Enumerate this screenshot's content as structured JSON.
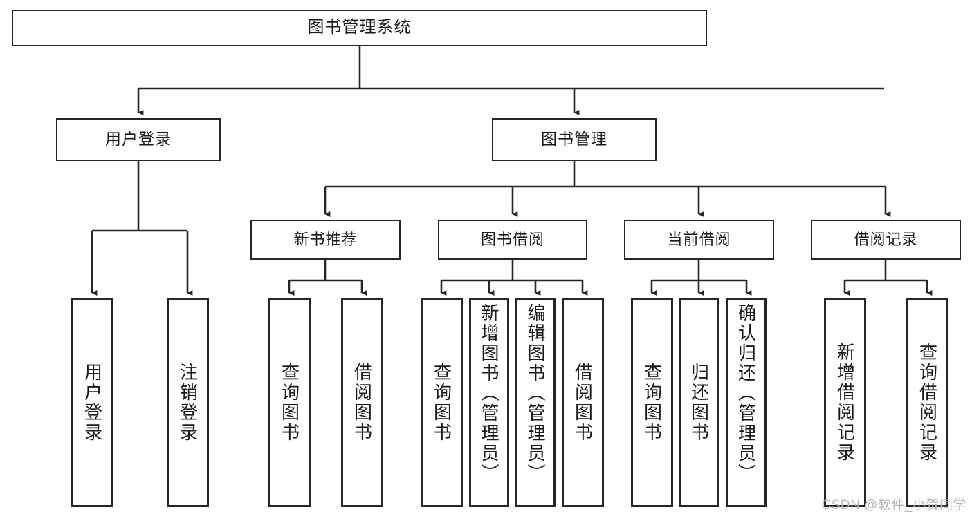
{
  "diagram": {
    "type": "tree-hierarchy",
    "title": "图书管理系统",
    "orientation": "top-down",
    "colors": {
      "box_border": "#262626",
      "box_fill": "#ffffff",
      "connector": "#262626",
      "text": "#1a1a1a",
      "watermark": "#b9b9b9"
    },
    "root": {
      "label": "图书管理系统"
    },
    "level2": [
      {
        "label": "用户登录"
      },
      {
        "label": "图书管理"
      }
    ],
    "level3": [
      {
        "label": "新书推荐"
      },
      {
        "label": "图书借阅"
      },
      {
        "label": "当前借阅"
      },
      {
        "label": "借阅记录"
      }
    ],
    "leaves": {
      "user_login": [
        {
          "label": "用户登录"
        },
        {
          "label": "注销登录"
        }
      ],
      "new_book": [
        {
          "label": "查询图书"
        },
        {
          "label": "借阅图书"
        }
      ],
      "borrow": [
        {
          "label": "查询图书"
        },
        {
          "label": "新增图书（管理员）"
        },
        {
          "label": "编辑图书（管理员）"
        },
        {
          "label": "借阅图书"
        }
      ],
      "current": [
        {
          "label": "查询图书"
        },
        {
          "label": "归还图书"
        },
        {
          "label": "确认归还（管理员）"
        }
      ],
      "record": [
        {
          "label": "新增借阅记录"
        },
        {
          "label": "查询借阅记录"
        }
      ]
    }
  },
  "watermark": {
    "text": "CSDN @软件_小贺同学"
  }
}
